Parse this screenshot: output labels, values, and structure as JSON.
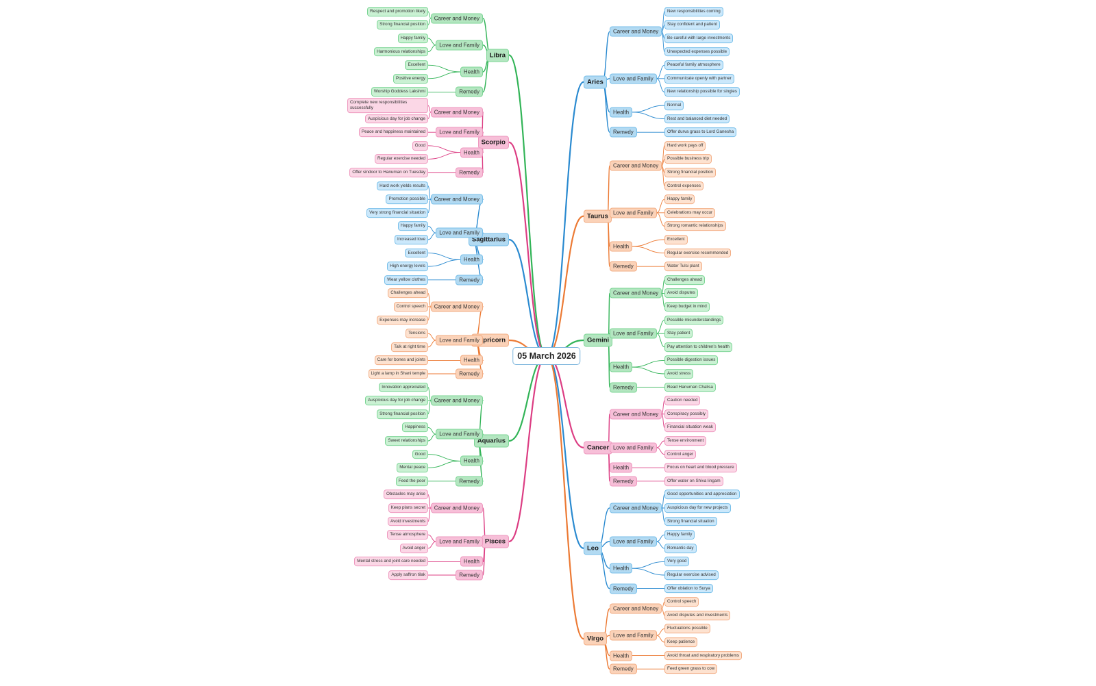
{
  "root": "05 March 2026",
  "colors": {
    "blue": {
      "line": "#2a8ad0",
      "fill": "#b2daf2",
      "leaf": "#cbe8fb",
      "border": "#78bfe9"
    },
    "orange": {
      "line": "#ec7a34",
      "fill": "#fbd2b8",
      "leaf": "#fde2d0",
      "border": "#f2ad84"
    },
    "green": {
      "line": "#32b457",
      "fill": "#b3e6c0",
      "leaf": "#caf1d3",
      "border": "#7dd596"
    },
    "pink": {
      "line": "#dc3d83",
      "fill": "#f7bfd8",
      "leaf": "#fbd7e6",
      "border": "#ee99bf"
    }
  },
  "signs": [
    {
      "name": "Aries",
      "side": "right",
      "color": "blue",
      "categories": [
        {
          "label": "Career and Money",
          "items": [
            "New responsibilities coming",
            "Stay confident and patient",
            "Be careful with large investments",
            "Unexpected expenses possible"
          ]
        },
        {
          "label": "Love and Family",
          "items": [
            "Peaceful family atmosphere",
            "Communicate openly with partner",
            "New relationship possible for singles"
          ]
        },
        {
          "label": "Health",
          "items": [
            "Normal",
            "Rest and balanced diet needed"
          ]
        },
        {
          "label": "Remedy",
          "items": [
            "Offer durva grass to Lord Ganesha"
          ]
        }
      ]
    },
    {
      "name": "Taurus",
      "side": "right",
      "color": "orange",
      "categories": [
        {
          "label": "Career and Money",
          "items": [
            "Hard work pays off",
            "Possible business trip",
            "Strong financial position",
            "Control expenses"
          ]
        },
        {
          "label": "Love and Family",
          "items": [
            "Happy family",
            "Celebrations may occur",
            "Strong romantic relationships"
          ]
        },
        {
          "label": "Health",
          "items": [
            "Excellent",
            "Regular exercise recommended"
          ]
        },
        {
          "label": "Remedy",
          "items": [
            "Water Tulsi plant"
          ]
        }
      ]
    },
    {
      "name": "Gemini",
      "side": "right",
      "color": "green",
      "categories": [
        {
          "label": "Career and Money",
          "items": [
            "Challenges ahead",
            "Avoid disputes",
            "Keep budget in mind"
          ]
        },
        {
          "label": "Love and Family",
          "items": [
            "Possible misunderstandings",
            "Stay patient",
            "Pay attention to children's health"
          ]
        },
        {
          "label": "Health",
          "items": [
            "Possible digestion issues",
            "Avoid stress"
          ]
        },
        {
          "label": "Remedy",
          "items": [
            "Read Hanuman Chalisa"
          ]
        }
      ]
    },
    {
      "name": "Cancer",
      "side": "right",
      "color": "pink",
      "categories": [
        {
          "label": "Career and Money",
          "items": [
            "Caution needed",
            "Conspiracy possibly",
            "Financial situation weak"
          ]
        },
        {
          "label": "Love and Family",
          "items": [
            "Tense environment",
            "Control anger"
          ]
        },
        {
          "label": "Health",
          "items": [
            "Focus on heart and blood pressure"
          ]
        },
        {
          "label": "Remedy",
          "items": [
            "Offer water on Shiva lingam"
          ]
        }
      ]
    },
    {
      "name": "Leo",
      "side": "right",
      "color": "blue",
      "categories": [
        {
          "label": "Career and Money",
          "items": [
            "Good opportunities and appreciation",
            "Auspicious day for new projects",
            "Strong financial situation"
          ]
        },
        {
          "label": "Love and Family",
          "items": [
            "Happy family",
            "Romantic day"
          ]
        },
        {
          "label": "Health",
          "items": [
            "Very good",
            "Regular exercise advised"
          ]
        },
        {
          "label": "Remedy",
          "items": [
            "Offer oblation to Surya"
          ]
        }
      ]
    },
    {
      "name": "Virgo",
      "side": "right",
      "color": "orange",
      "categories": [
        {
          "label": "Career and Money",
          "items": [
            "Control speech",
            "Avoid disputes and investments"
          ]
        },
        {
          "label": "Love and Family",
          "items": [
            "Fluctuations possible",
            "Keep patience"
          ]
        },
        {
          "label": "Health",
          "items": [
            "Avoid throat and respiratory problems"
          ]
        },
        {
          "label": "Remedy",
          "items": [
            "Feed green grass to cow"
          ]
        }
      ]
    },
    {
      "name": "Libra",
      "side": "left",
      "color": "green",
      "categories": [
        {
          "label": "Career and Money",
          "items": [
            "Respect and promotion likely",
            "Strong financial position"
          ]
        },
        {
          "label": "Love and Family",
          "items": [
            "Happy family",
            "Harmonious relationships"
          ]
        },
        {
          "label": "Health",
          "items": [
            "Excellent",
            "Positive energy"
          ]
        },
        {
          "label": "Remedy",
          "items": [
            "Worship Goddess Lakshmi"
          ]
        }
      ]
    },
    {
      "name": "Scorpio",
      "side": "left",
      "color": "pink",
      "categories": [
        {
          "label": "Career and Money",
          "items": [
            "Complete new responsibilities successfully",
            "Auspicious day for job change"
          ]
        },
        {
          "label": "Love and Family",
          "items": [
            "Peace and happiness maintained"
          ]
        },
        {
          "label": "Health",
          "items": [
            "Good",
            "Regular exercise needed"
          ]
        },
        {
          "label": "Remedy",
          "items": [
            "Offer sindoor to Hanuman on Tuesday"
          ]
        }
      ]
    },
    {
      "name": "Sagittarius",
      "side": "left",
      "color": "blue",
      "categories": [
        {
          "label": "Career and Money",
          "items": [
            "Hard work yields results",
            "Promotion possible",
            "Very strong financial situation"
          ]
        },
        {
          "label": "Love and Family",
          "items": [
            "Happy family",
            "Increased love"
          ]
        },
        {
          "label": "Health",
          "items": [
            "Excellent",
            "High energy levels"
          ]
        },
        {
          "label": "Remedy",
          "items": [
            "Wear yellow clothes"
          ]
        }
      ]
    },
    {
      "name": "Capricorn",
      "side": "left",
      "color": "orange",
      "categories": [
        {
          "label": "Career and Money",
          "items": [
            "Challenges ahead",
            "Control speech",
            "Expenses may increase"
          ]
        },
        {
          "label": "Love and Family",
          "items": [
            "Tensions",
            "Talk at right time"
          ]
        },
        {
          "label": "Health",
          "items": [
            "Care for bones and joints"
          ]
        },
        {
          "label": "Remedy",
          "items": [
            "Light a lamp in Shani temple"
          ]
        }
      ]
    },
    {
      "name": "Aquarius",
      "side": "left",
      "color": "green",
      "categories": [
        {
          "label": "Career and Money",
          "items": [
            "Innovation appreciated",
            "Auspicious day for job change",
            "Strong financial position"
          ]
        },
        {
          "label": "Love and Family",
          "items": [
            "Happiness",
            "Sweet relationships"
          ]
        },
        {
          "label": "Health",
          "items": [
            "Good",
            "Mental peace"
          ]
        },
        {
          "label": "Remedy",
          "items": [
            "Feed the poor"
          ]
        }
      ]
    },
    {
      "name": "Pisces",
      "side": "left",
      "color": "pink",
      "categories": [
        {
          "label": "Career and Money",
          "items": [
            "Obstacles may arise",
            "Keep plans secret",
            "Avoid investments"
          ]
        },
        {
          "label": "Love and Family",
          "items": [
            "Tense atmosphere",
            "Avoid anger"
          ]
        },
        {
          "label": "Health",
          "items": [
            "Mental stress and joint care needed"
          ]
        },
        {
          "label": "Remedy",
          "items": [
            "Apply saffron tilak"
          ]
        }
      ]
    }
  ]
}
